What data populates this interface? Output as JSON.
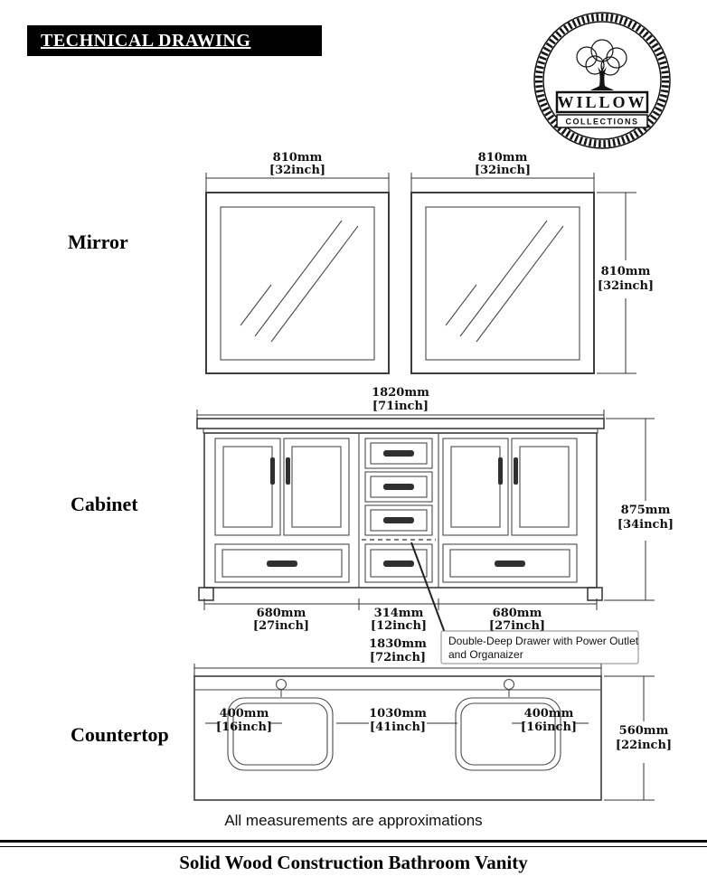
{
  "ink_color": "#111111",
  "header": {
    "title": "TECHNICAL DRAWING"
  },
  "logo": {
    "name_top": "WILLOW",
    "name_bottom": "COLLECTIONS"
  },
  "mirror": {
    "label": "Mirror",
    "left_width_mm": "810mm",
    "left_width_in": "[32inch]",
    "right_width_mm": "810mm",
    "right_width_in": "[32inch]",
    "height_mm": "810mm",
    "height_in": "[32inch]"
  },
  "cabinet": {
    "label": "Cabinet",
    "width_mm": "1820mm",
    "width_in": "[71inch]",
    "height_mm": "875mm",
    "height_in": "[34inch]",
    "left_mm": "680mm",
    "left_in": "[27inch]",
    "center_mm": "314mm",
    "center_in": "[12inch]",
    "right_mm": "680mm",
    "right_in": "[27inch]",
    "callout_line1": "Double-Deep Drawer with Power Outlet",
    "callout_line2": "and Organaizer"
  },
  "countertop": {
    "label": "Countertop",
    "width_mm": "1830mm",
    "width_in": "[72inch]",
    "left_mm": "400mm",
    "left_in": "[16inch]",
    "center_mm": "1030mm",
    "center_in": "[41inch]",
    "right_mm": "400mm",
    "right_in": "[16inch]",
    "depth_mm": "560mm",
    "depth_in": "[22inch]"
  },
  "footer": {
    "note": "All measurements are approximations",
    "title": "Solid Wood Construction Bathroom Vanity"
  }
}
